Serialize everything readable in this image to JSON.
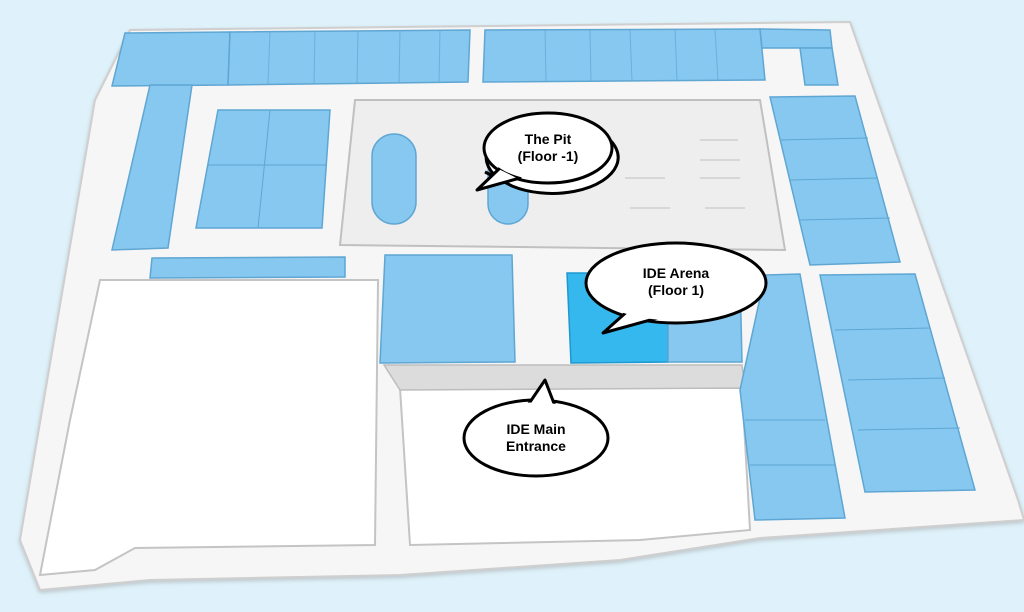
{
  "map": {
    "colors": {
      "background": "#dff2fb",
      "floor": "#f4f4f4",
      "wall": "#c9c9c9",
      "room": "#86c8ef",
      "highlight": "#35b8ee"
    },
    "callouts": [
      {
        "id": "the-pit",
        "line1": "The Pit",
        "line2": "(Floor -1)"
      },
      {
        "id": "ide-arena",
        "line1": "IDE Arena",
        "line2": "(Floor 1)"
      },
      {
        "id": "ide-main-entrance",
        "line1": "IDE Main",
        "line2": "Entrance"
      }
    ]
  }
}
